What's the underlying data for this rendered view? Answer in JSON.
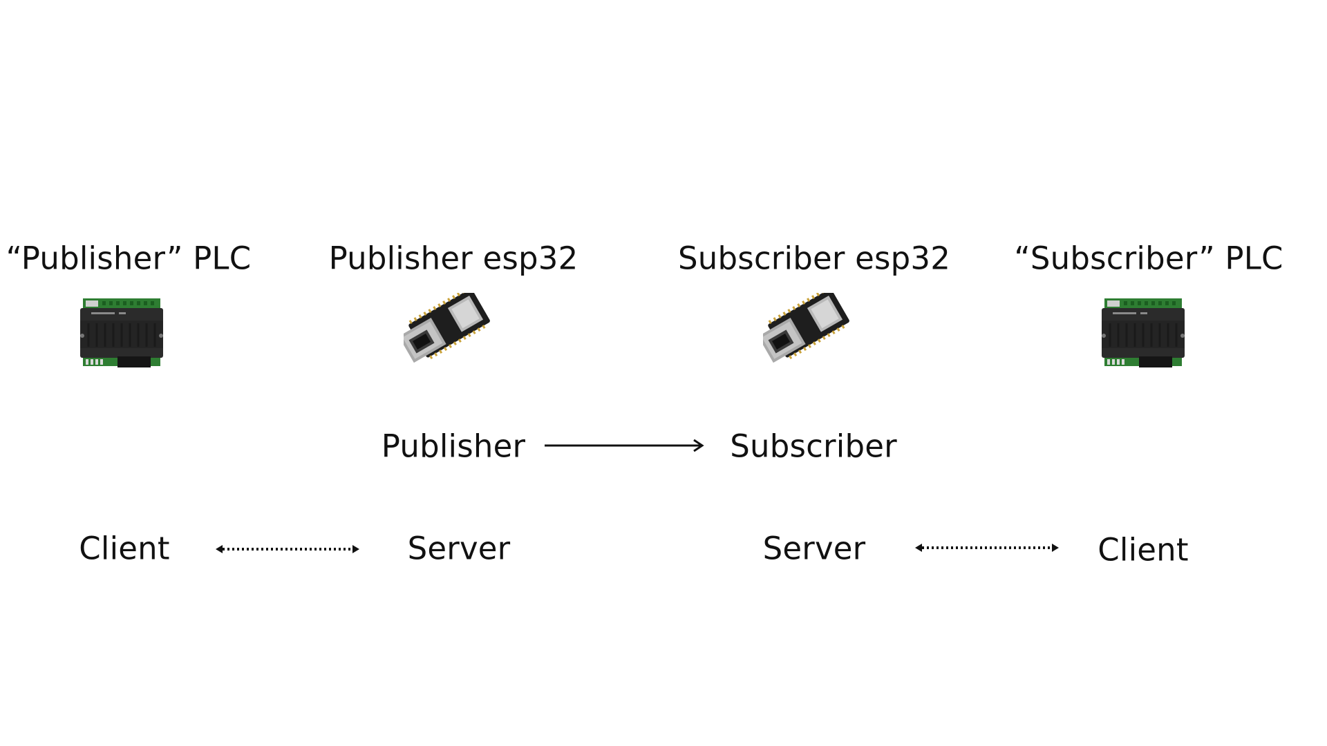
{
  "devices": {
    "publisher_plc": {
      "title": "“Publisher” PLC",
      "role": "Client"
    },
    "publisher_esp32": {
      "title": "Publisher esp32",
      "mqtt_role": "Publisher",
      "role": "Server"
    },
    "subscriber_esp32": {
      "title": "Subscriber esp32",
      "mqtt_role": "Subscriber",
      "role": "Server"
    },
    "subscriber_plc": {
      "title": "“Subscriber” PLC",
      "role": "Client"
    }
  },
  "connections": [
    {
      "from": "Publisher",
      "to": "Subscriber",
      "style": "solid",
      "direction": "forward"
    },
    {
      "from": "Client",
      "to": "Server",
      "style": "dotted",
      "direction": "both"
    },
    {
      "from": "Server",
      "to": "Client",
      "style": "dotted",
      "direction": "both"
    }
  ],
  "icons": {
    "plc": "plc-module-icon",
    "esp32": "esp32-ethernet-board-icon"
  },
  "colors": {
    "text": "#111111",
    "background": "#ffffff"
  }
}
